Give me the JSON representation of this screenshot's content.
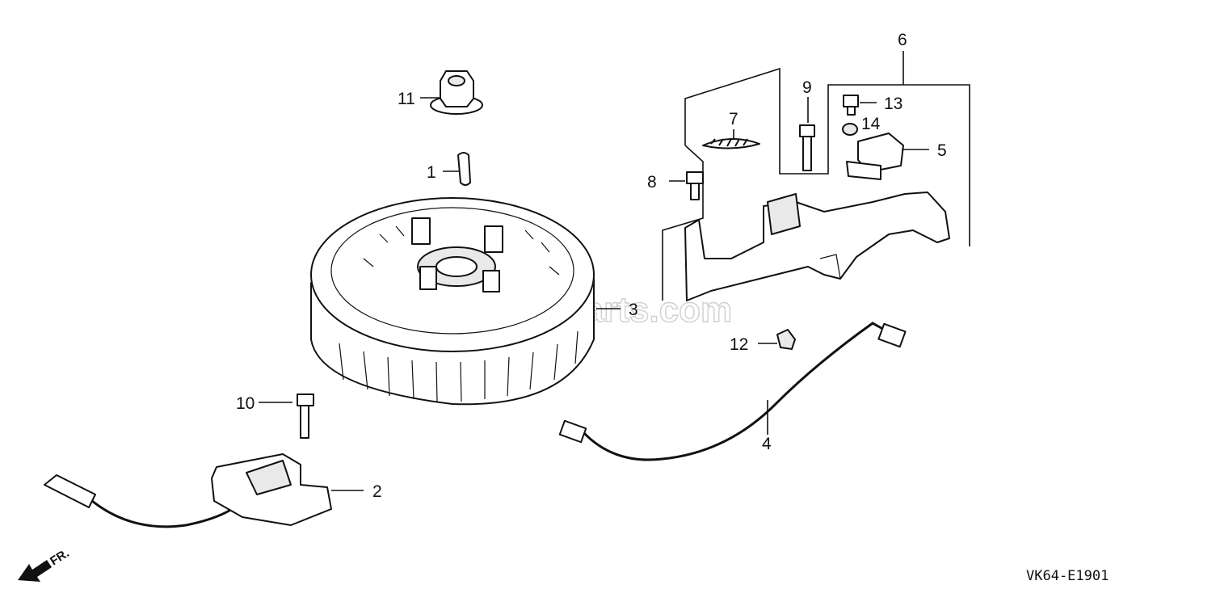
{
  "diagram": {
    "watermark": "eReplacementParts.com",
    "diagram_code": "VK64-E1901",
    "direction_label": "FR.",
    "callouts": {
      "c1": "1",
      "c2": "2",
      "c3": "3",
      "c4": "4",
      "c5": "5",
      "c6": "6",
      "c7": "7",
      "c8": "8",
      "c9": "9",
      "c10": "10",
      "c11": "11",
      "c12": "12",
      "c13": "13",
      "c14": "14"
    }
  }
}
